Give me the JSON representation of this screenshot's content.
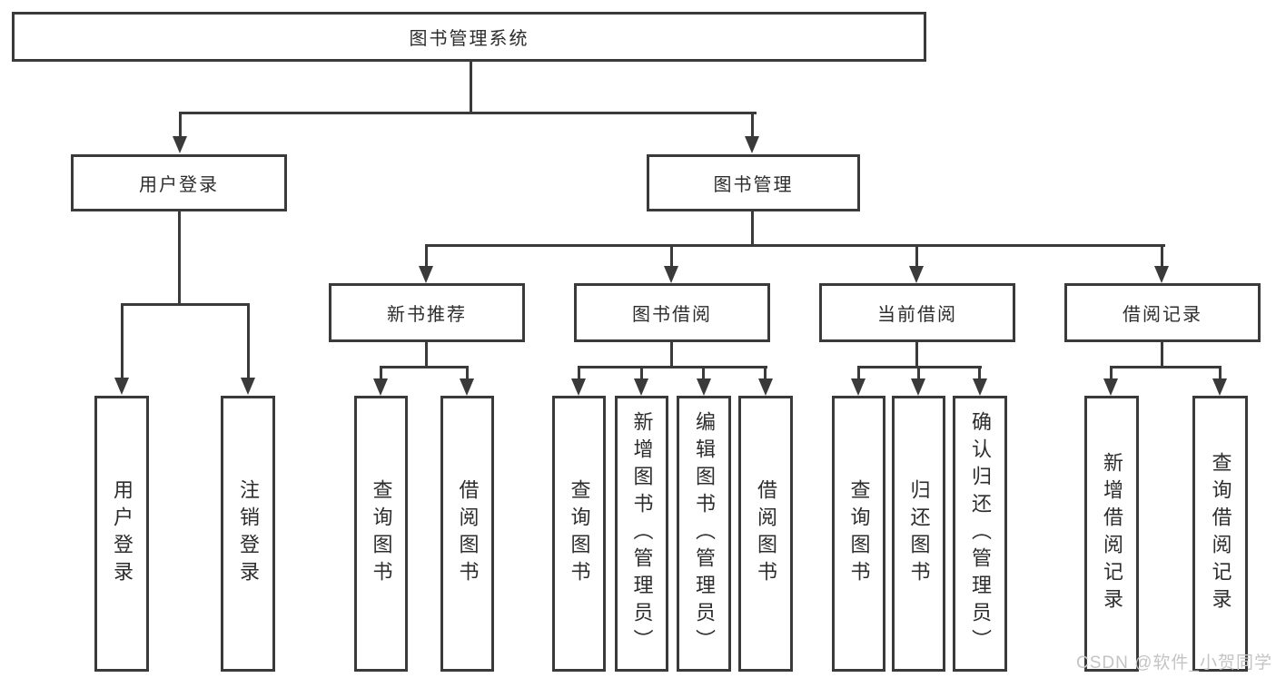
{
  "tree": {
    "root": {
      "label": "图书管理系统"
    },
    "branches": [
      {
        "label": "用户登录",
        "children": [
          {
            "label": "用户登录"
          },
          {
            "label": "注销登录"
          }
        ]
      },
      {
        "label": "图书管理",
        "groups": [
          {
            "label": "新书推荐",
            "children": [
              {
                "label": "查询图书"
              },
              {
                "label": "借阅图书"
              }
            ]
          },
          {
            "label": "图书借阅",
            "children": [
              {
                "label": "查询图书"
              },
              {
                "label": "新增图书（管理员）"
              },
              {
                "label": "编辑图书（管理员）"
              },
              {
                "label": "借阅图书"
              }
            ]
          },
          {
            "label": "当前借阅",
            "children": [
              {
                "label": "查询图书"
              },
              {
                "label": "归还图书"
              },
              {
                "label": "确认归还（管理员）"
              }
            ]
          },
          {
            "label": "借阅记录",
            "children": [
              {
                "label": "新增借阅记录"
              },
              {
                "label": "查询借阅记录"
              }
            ]
          }
        ]
      }
    ]
  },
  "watermark": {
    "text": "CSDN @软件_小贺同学",
    "color": "#c4c4c4"
  },
  "colors": {
    "line": "#3a3a3a",
    "text": "#2d2d2d",
    "box_bg": "#ffffff"
  }
}
